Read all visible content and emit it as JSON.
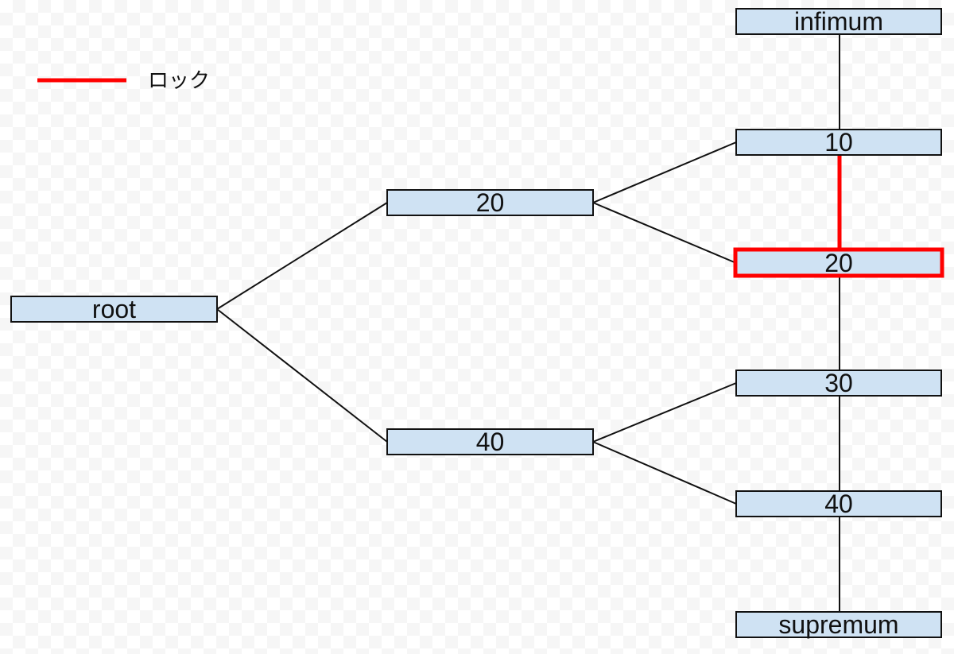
{
  "legend": {
    "lock_label": "ロック",
    "lock_color": "#ff0000"
  },
  "nodes": {
    "root": "root",
    "n20": "20",
    "n40": "40",
    "infimum": "infimum",
    "leaf10": "10",
    "leaf20": "20",
    "leaf30": "30",
    "leaf40": "40",
    "supremum": "supremum"
  },
  "colors": {
    "node_fill": "#cfe2f3",
    "edge": "#111111",
    "lock": "#ff0000"
  }
}
